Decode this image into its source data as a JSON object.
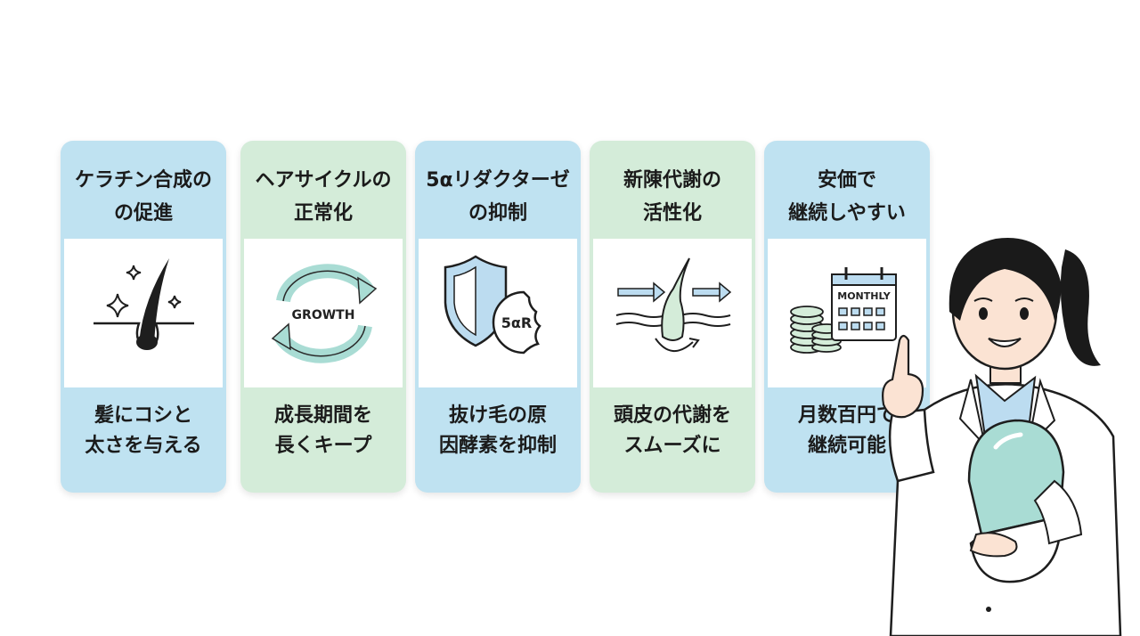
{
  "cards": [
    {
      "title": "ケラチン合成の\nの促進",
      "caption": "髪にコシと\n太さを与える",
      "icon": "hair-follicle-sparkle-icon",
      "color": "#bfe2f1"
    },
    {
      "title": "ヘアサイクルの\n正常化",
      "caption": "成長期間を\n長くキープ",
      "icon": "growth-cycle-icon",
      "badge": "GROWTH",
      "color": "#d4ecd9"
    },
    {
      "title": "5αリダクターゼ\nの抑制",
      "caption": "抜け毛の原\n因酵素を抑制",
      "icon": "shield-enzyme-icon",
      "badge": "5αR",
      "color": "#bfe2f1"
    },
    {
      "title": "新陳代謝の\n活性化",
      "caption": "頭皮の代謝を\nスムーズに",
      "icon": "scalp-metabolism-icon",
      "color": "#d4ecd9"
    },
    {
      "title": "安価で\n継続しやすい",
      "caption": "月数百円で\n継続可能",
      "icon": "coins-calendar-icon",
      "badge": "MONTHLY",
      "color": "#bfe2f1"
    }
  ],
  "colors": {
    "blue_card": "#bfe2f1",
    "green_card": "#d4ecd9",
    "accent_teal": "#a9dcd4",
    "accent_blue": "#bcdcf0",
    "outline": "#1e1e1e"
  }
}
